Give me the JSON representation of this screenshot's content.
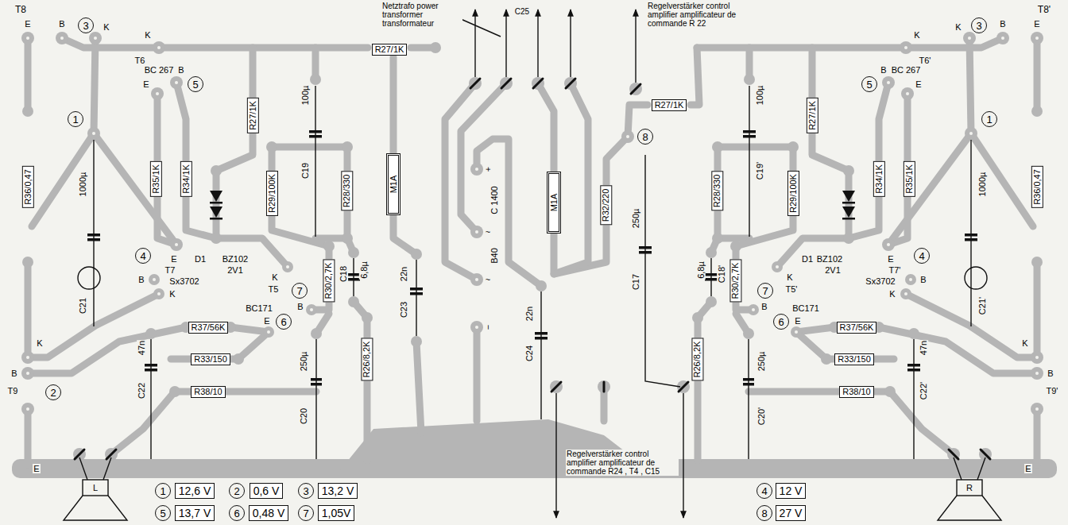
{
  "diagram": {
    "nodes": [
      {
        "text": [
          "3"
        ]
      },
      {
        "text": [
          "R27/1K"
        ]
      },
      {
        "text": [
          "5"
        ]
      },
      {
        "text": [
          "R27/1K"
        ]
      },
      {
        "text": [
          "1"
        ]
      },
      {
        "text": [
          "R36/0,47"
        ]
      },
      {
        "text": [
          "R35/1K"
        ]
      },
      {
        "text": [
          "R34/1K"
        ]
      },
      {
        "text": [
          "R29/100K"
        ]
      },
      {
        "text": [
          "R28/330"
        ]
      },
      {
        "text": [
          "M1A"
        ]
      },
      {
        "text": [
          "4"
        ]
      },
      {
        "text": [
          "R30/2,7K"
        ]
      },
      {
        "text": [
          "7"
        ]
      },
      {
        "text": [
          "6"
        ]
      },
      {
        "text": [
          "R37/56K"
        ]
      },
      {
        "text": [
          "R33/150"
        ]
      },
      {
        "text": [
          "R26/8,2K"
        ]
      },
      {
        "text": [
          "R38/10"
        ]
      },
      {
        "text": [
          "2"
        ]
      },
      {
        "text": [
          "M1A"
        ]
      },
      {
        "text": [
          "R32/220"
        ]
      },
      {
        "text": [
          "8"
        ]
      },
      {
        "text": [
          "R27/1K"
        ]
      },
      {
        "text": [
          "R27/1K"
        ]
      },
      {
        "text": [
          "3"
        ]
      },
      {
        "text": [
          "5"
        ]
      },
      {
        "text": [
          "1"
        ]
      },
      {
        "text": [
          "R28/330"
        ]
      },
      {
        "text": [
          "R29/100K"
        ]
      },
      {
        "text": [
          "R34/1K"
        ]
      },
      {
        "text": [
          "R35/1K"
        ]
      },
      {
        "text": [
          "R36/0,47"
        ]
      },
      {
        "text": [
          "R30/2,7K"
        ]
      },
      {
        "text": [
          "7"
        ]
      },
      {
        "text": [
          "4"
        ]
      },
      {
        "text": [
          "R37/56K"
        ]
      },
      {
        "text": [
          "6"
        ]
      },
      {
        "text": [
          "R26/8,2K"
        ]
      },
      {
        "text": [
          "R33/150"
        ]
      },
      {
        "text": [
          "R38/10"
        ]
      },
      {
        "text": [
          "1"
        ]
      },
      {
        "text": [
          "12,6 V"
        ]
      },
      {
        "text": [
          "2"
        ]
      },
      {
        "text": [
          "0,6 V"
        ]
      },
      {
        "text": [
          "3"
        ]
      },
      {
        "text": [
          "13,2 V"
        ]
      },
      {
        "text": [
          "5"
        ]
      },
      {
        "text": [
          "13,7 V"
        ]
      },
      {
        "text": [
          "6"
        ]
      },
      {
        "text": [
          "0,48 V"
        ]
      },
      {
        "text": [
          "7"
        ]
      },
      {
        "text": [
          "1,05V"
        ]
      },
      {
        "text": [
          "4"
        ]
      },
      {
        "text": [
          "12 V"
        ]
      },
      {
        "text": [
          "8"
        ]
      },
      {
        "text": [
          "27 V"
        ]
      }
    ],
    "labels": [
      "Netztrafo power transformer transformateur",
      "C25",
      "Regelverstärker control amplifier amplificateur de commande R 22",
      "T8",
      "E",
      "B",
      "K",
      "K",
      "T6",
      "BC 267",
      "B",
      "E",
      "1000µ",
      "C21",
      "100µ",
      "C19",
      "D1",
      "BZ102",
      "2V1",
      "E",
      "T7",
      "B",
      "Sx3702",
      "K",
      "K",
      "T9",
      "B",
      "E",
      "C18",
      "6,8µ",
      "K",
      "T5",
      "B",
      "BC171",
      "E",
      "47n",
      "C22",
      "250µ",
      "C20",
      "C23",
      "22n",
      "+",
      "C 1400",
      "~",
      "B40",
      "~",
      "−",
      "C24",
      "22n",
      "250µ",
      "C17",
      "L",
      "Regelverstärker control amplifier amplificateur de commande R24 , T4 , C15",
      "T8'",
      "E",
      "B",
      "K",
      "K",
      "T6'",
      "BC 267",
      "B",
      "E",
      "1000µ",
      "C21'",
      "100µ",
      "C19'",
      "D1",
      "BZ102",
      "2V1",
      "E",
      "T7'",
      "B",
      "Sx3702",
      "K",
      "K",
      "T9'",
      "B",
      "E",
      "C18'",
      "6,8µ",
      "K",
      "T5'",
      "B",
      "BC171",
      "E",
      "47n",
      "C22'",
      "250µ",
      "C20'",
      "R"
    ]
  }
}
